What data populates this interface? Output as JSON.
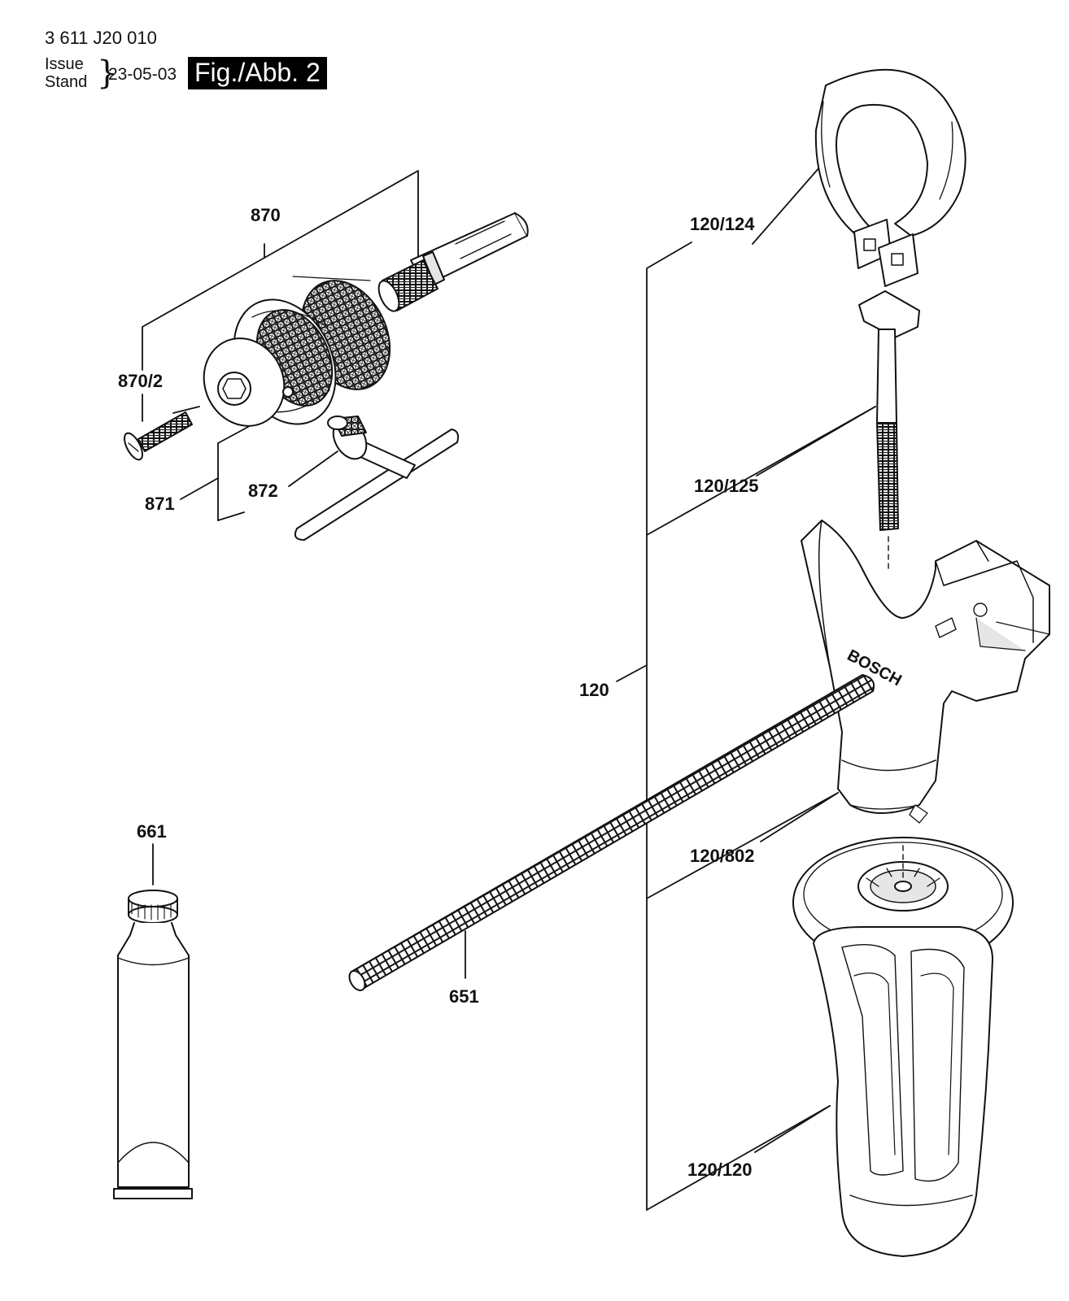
{
  "header": {
    "doc_number": "3 611 J20 010",
    "issue_label": "Issue",
    "stand_label": "Stand",
    "issue_date": "23-05-03",
    "figure_label": "Fig./Abb. 2"
  },
  "callouts": {
    "c870": "870",
    "c870_2": "870/2",
    "c871": "871",
    "c872": "872",
    "c120_124": "120/124",
    "c120_125": "120/125",
    "c120": "120",
    "c120_802": "120/802",
    "c120_120": "120/120",
    "c661": "661",
    "c651": "651"
  },
  "handle_brand": "BOSCH",
  "colors": {
    "ink": "#111111",
    "fill": "#ffffff",
    "shade": "#e6e6e6",
    "label_bg": "#000000"
  }
}
